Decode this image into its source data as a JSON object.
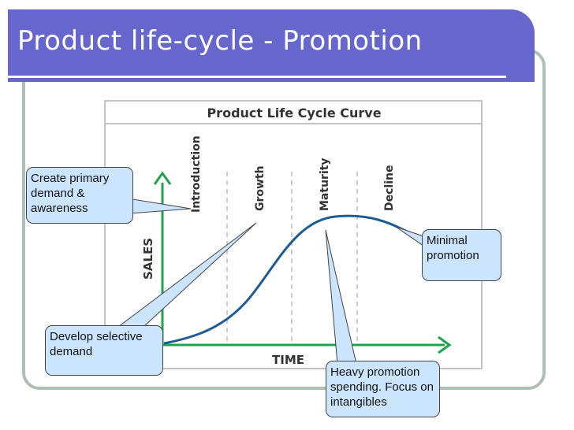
{
  "slide": {
    "title": "Product life-cycle - Promotion",
    "accent_color": "#6666cc",
    "frame_color": "#aebfb4"
  },
  "diagram": {
    "heading": "Product Life Cycle Curve",
    "y_axis_label": "SALES",
    "x_axis_label": "TIME",
    "axis_color": "#1fa24a",
    "curve_color": "#1e5c94",
    "stages": [
      "Introduction",
      "Growth",
      "Maturity",
      "Decline"
    ]
  },
  "callouts": {
    "introduction": "Create primary demand & awareness",
    "growth": "Develop selective demand",
    "maturity": "Heavy promotion spending. Focus on intangibles",
    "decline": "Minimal promotion"
  }
}
